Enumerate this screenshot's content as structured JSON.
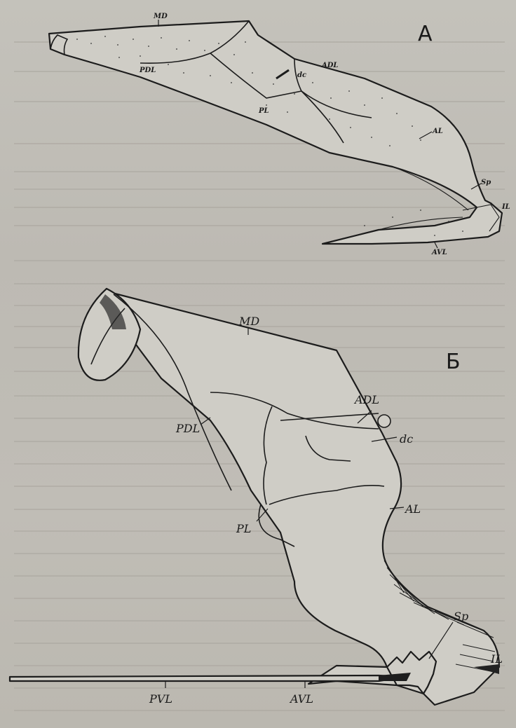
{
  "figure": {
    "panel_a": {
      "letter": "A",
      "labels": {
        "md": "MD",
        "pdl": "PDL",
        "dc": "dc",
        "adl": "ADL",
        "pl": "PL",
        "al": "AL",
        "sp": "Sp",
        "il": "IL",
        "avl": "AVL"
      }
    },
    "panel_b": {
      "letter": "Б",
      "labels": {
        "md": "MD",
        "adl": "ADL",
        "pdl": "PDL",
        "dc": "dc",
        "al": "AL",
        "pl": "PL",
        "sp": "Sp",
        "il": "IL",
        "pvl": "PVL",
        "avl": "AVL"
      }
    }
  },
  "colors": {
    "paper": "#c2bfb8",
    "ink": "#1c1c1c"
  }
}
